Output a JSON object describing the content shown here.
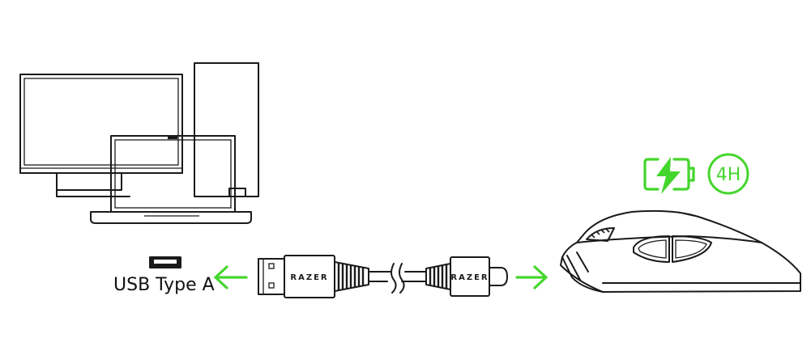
{
  "labels": {
    "port": "USB Type A",
    "cable_brand_a": "RAZER",
    "cable_brand_c": "RAZER",
    "charge_time": "4H"
  },
  "icons": {
    "computers": "monitor-tower-laptop-icon",
    "usb_port": "usb-type-a-port-icon",
    "arrow_left": "arrow-left-icon",
    "arrow_right": "arrow-right-icon",
    "cable": "usb-a-to-usb-c-cable-icon",
    "battery": "battery-charging-icon",
    "mouse": "mouse-icon"
  },
  "colors": {
    "accent": "#44d62c",
    "line": "#1a1a1a"
  }
}
